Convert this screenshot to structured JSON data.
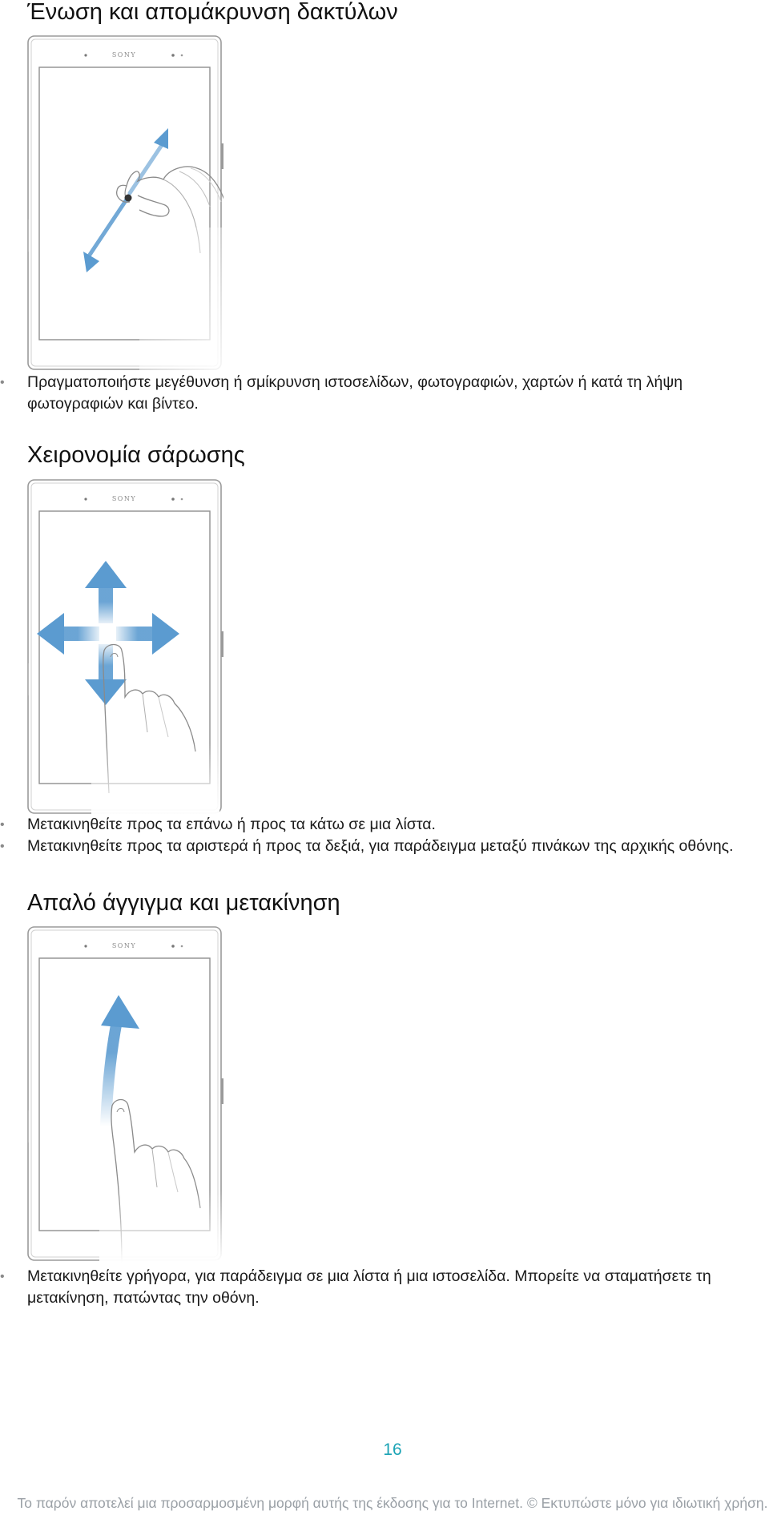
{
  "sections": [
    {
      "heading": "Ένωση και απομάκρυνση δακτύλων",
      "phone_brand": "SONY",
      "bullets": [
        "Πραγματοποιήστε μεγέθυνση ή σμίκρυνση ιστοσελίδων, φωτογραφιών, χαρτών ή κατά τη λήψη φωτογραφιών και βίντεο."
      ]
    },
    {
      "heading": "Χειρονομία σάρωσης",
      "phone_brand": "SONY",
      "bullets": [
        "Μετακινηθείτε προς τα επάνω ή προς τα κάτω σε μια λίστα.",
        "Μετακινηθείτε προς τα αριστερά ή προς τα δεξιά, για παράδειγμα μεταξύ πινάκων της αρχικής οθόνης."
      ]
    },
    {
      "heading": "Απαλό άγγιγμα και μετακίνηση",
      "phone_brand": "SONY",
      "bullets": [
        "Μετακινηθείτε γρήγορα, για παράδειγμα σε μια λίστα ή μια ιστοσελίδα. Μπορείτε να σταματήσετε τη μετακίνηση, πατώντας την οθόνη."
      ]
    }
  ],
  "page_number": "16",
  "footer": "Το παρόν αποτελεί μια προσαρμοσμένη μορφή αυτής της έκδοσης για το Internet. © Εκτυπώστε μόνο για ιδιωτική χρήση.",
  "colors": {
    "arrow_blue": "#5b9bd0",
    "page_number": "#1aa3b5",
    "footer_text": "#9aa0a6"
  },
  "icons": [
    "pinch-gesture-icon",
    "swipe-gesture-icon",
    "flick-gesture-icon"
  ]
}
